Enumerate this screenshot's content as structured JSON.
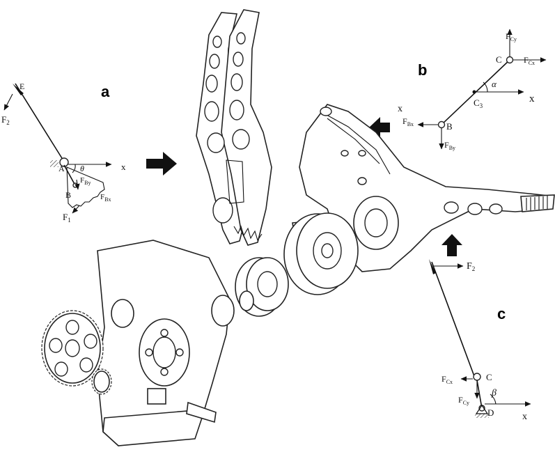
{
  "panels": {
    "a": {
      "letter": "a",
      "labels": {
        "E": "E",
        "F2": "F",
        "F2_sub": "2",
        "A": "A",
        "B": "B",
        "theta": "θ",
        "x": "x",
        "FBy": "F",
        "FBy_sub": "By",
        "FBx": "F",
        "FBx_sub": "Bx",
        "F1": "F",
        "F1_sub": "1"
      }
    },
    "b": {
      "letter": "b",
      "labels": {
        "FCy": "F",
        "FCy_sub": "Cy",
        "C": "C",
        "FCx": "F",
        "FCx_sub": "Cx",
        "alpha": "α",
        "x_right": "x",
        "x_left": "x",
        "C3": "C",
        "C3_sub": "3",
        "FBx": "F",
        "FBx_sub": "Bx",
        "B": "B",
        "FBy": "F",
        "FBy_sub": "By"
      }
    },
    "c": {
      "letter": "c",
      "labels": {
        "F2": "F",
        "F2_sub": "2",
        "FCx": "F",
        "FCx_sub": "Cx",
        "C": "C",
        "FCy": "F",
        "FCy_sub": "Cy",
        "beta": "β",
        "D": "D",
        "x": "x"
      }
    }
  },
  "colors": {
    "ink": "#111111",
    "background": "#ffffff"
  }
}
